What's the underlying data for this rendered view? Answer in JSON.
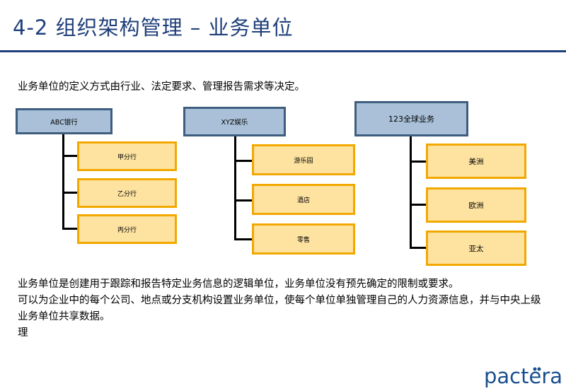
{
  "slide": {
    "title": "4-2 组织架构管理 – 业务单位",
    "intro": "业务单位的定义方式由行业、法定要求、管理报告需求等决定。",
    "paragraphs": [
      "业务单位是创建用于跟踪和报告特定业务信息的逻辑单位，业务单位没有预先确定的限制或要求。",
      "可以为企业中的每个公司、地点或分支机构设置业务单位，使每个单位单独管理自己的人力资源信息，并与中央上级业务单位共享数据。",
      "理"
    ],
    "logo": "pactera"
  },
  "org_charts": [
    {
      "parent": "ABC银行",
      "children": [
        "甲分行",
        "乙分行",
        "丙分行"
      ]
    },
    {
      "parent": "XYZ娱乐",
      "children": [
        "游乐园",
        "酒店",
        "零售"
      ]
    },
    {
      "parent": "123全球业务",
      "children": [
        "美洲",
        "欧洲",
        "亚太"
      ]
    }
  ],
  "colors": {
    "title": "#1f3f7a",
    "parent_fill": "#a9c0d8",
    "parent_border": "#3e5d7f",
    "child_fill": "#fde2a0",
    "child_border": "#f3a800",
    "logo": "#1a4f8f"
  }
}
